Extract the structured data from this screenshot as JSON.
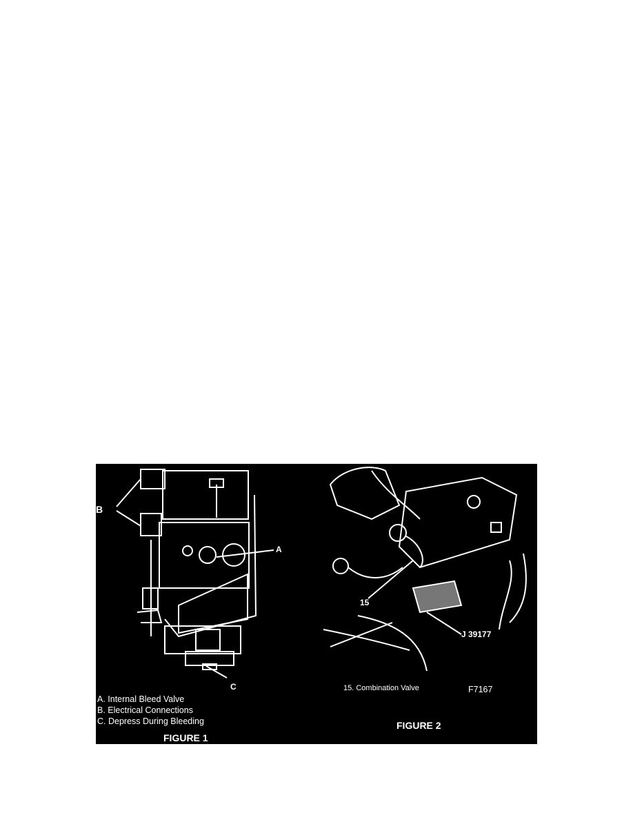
{
  "figure1": {
    "callouts": {
      "a": "A",
      "b": "B",
      "c": "C"
    },
    "legend": [
      "A.  Internal Bleed Valve",
      "B.  Electrical Connections",
      "C.  Depress During Bleeding"
    ],
    "caption": "FIGURE 1"
  },
  "figure2": {
    "callouts": {
      "item15": "15",
      "tool": "J 39177"
    },
    "legend": "15.  Combination Valve",
    "ref_code": "F7167",
    "caption": "FIGURE 2"
  },
  "colors": {
    "background": "#000000",
    "linework": "#ffffff",
    "page": "#ffffff"
  }
}
